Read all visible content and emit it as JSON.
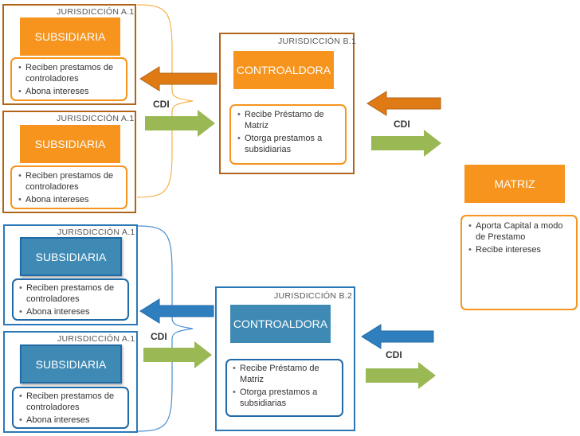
{
  "jurisdiction_a": "JURISDICCIÓN A.1",
  "jurisdiction_b1": "JURISDICCIÓN B.1",
  "jurisdiction_b2": "JURISDICCIÓN B.2",
  "subsidiaria": "SUBSIDIARIA",
  "controladora": "CONTROALDORA",
  "matriz": "MATRIZ",
  "cdi": "CDI",
  "sub_items": [
    "Reciben prestamos de controladores",
    "Abona intereses"
  ],
  "ctrl_items": [
    "Recibe Préstamo de Matriz",
    "Otorga prestamos a subsidiarias"
  ],
  "matriz_items": [
    "Aporta Capital a modo de Prestamo",
    "Recibe intereses"
  ],
  "colors": {
    "orange": "#f6941d",
    "brown": "#b0651b",
    "blue": "#2a78b8",
    "green": "#9ab955"
  }
}
